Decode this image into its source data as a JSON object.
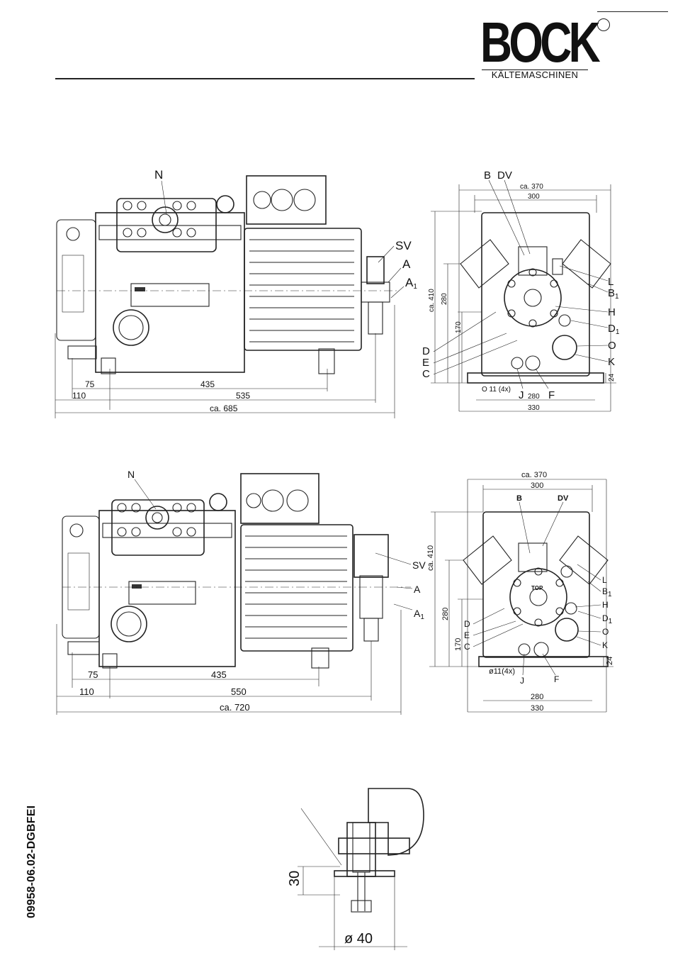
{
  "brand": {
    "name": "BOCK",
    "subtitle": "KÄLTEMASCHINEN"
  },
  "document_number": "09958-06.02-DGBFEI",
  "drawing1": {
    "side": {
      "labels": {
        "N": "N",
        "SV": "SV",
        "A": "A",
        "A1": "A"
      },
      "dims": {
        "d75": "75",
        "d110": "110",
        "d435": "435",
        "d535": "535",
        "total": "ca. 685"
      }
    },
    "front": {
      "labels": {
        "B": "B",
        "DV": "DV",
        "L": "L",
        "B1": "B",
        "H": "H",
        "D1": "D",
        "O": "O",
        "K": "K",
        "D": "D",
        "E": "E",
        "C": "C",
        "J": "J",
        "F": "F"
      },
      "dims": {
        "w370": "ca. 370",
        "w300": "300",
        "w280": "280",
        "w330": "330",
        "h410": "ca. 410",
        "h280": "280",
        "h170": "170",
        "h24": "24",
        "hole": "O 11 (4x)"
      }
    }
  },
  "drawing2": {
    "side": {
      "labels": {
        "N": "N",
        "SV": "SV",
        "A": "A",
        "A1": "A"
      },
      "dims": {
        "d75": "75",
        "d110": "110",
        "d435": "435",
        "d550": "550",
        "total": "ca. 720"
      }
    },
    "front": {
      "labels": {
        "B": "B",
        "DV": "DV",
        "L": "L",
        "B1": "B",
        "H": "H",
        "D1": "D",
        "O": "O",
        "K": "K",
        "D": "D",
        "E": "E",
        "C": "C",
        "J": "J",
        "F": "F",
        "top": "TOP"
      },
      "dims": {
        "w370": "ca. 370",
        "w300": "300",
        "w280": "280",
        "w330": "330",
        "h410": "ca. 410",
        "h280": "280",
        "h170": "170",
        "h24": "24",
        "hole": "ø11(4x)"
      }
    }
  },
  "detail": {
    "height": "30",
    "diameter": "ø 40"
  },
  "subscript": "1"
}
